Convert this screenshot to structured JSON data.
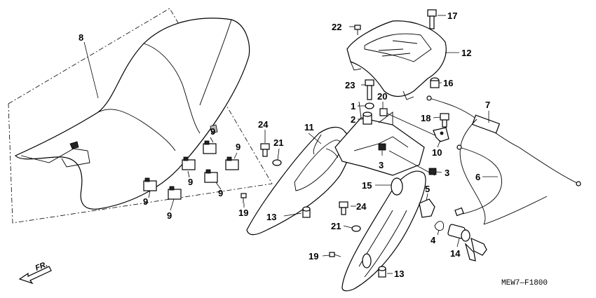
{
  "diagram": {
    "code": "MEW7—F1800",
    "front_marker": "FR.",
    "callouts": [
      {
        "id": "c8",
        "text": "8"
      },
      {
        "id": "c9a",
        "text": "9"
      },
      {
        "id": "c9b",
        "text": "9"
      },
      {
        "id": "c9c",
        "text": "9"
      },
      {
        "id": "c9d",
        "text": "9"
      },
      {
        "id": "c9e",
        "text": "9"
      },
      {
        "id": "c9f",
        "text": "9"
      },
      {
        "id": "c24a",
        "text": "24"
      },
      {
        "id": "c21a",
        "text": "21"
      },
      {
        "id": "c19a",
        "text": "19"
      },
      {
        "id": "c11",
        "text": "11"
      },
      {
        "id": "c13a",
        "text": "13"
      },
      {
        "id": "c22",
        "text": "22"
      },
      {
        "id": "c17",
        "text": "17"
      },
      {
        "id": "c12",
        "text": "12"
      },
      {
        "id": "c16",
        "text": "16"
      },
      {
        "id": "c23",
        "text": "23"
      },
      {
        "id": "c1",
        "text": "1"
      },
      {
        "id": "c20",
        "text": "20"
      },
      {
        "id": "c2",
        "text": "2"
      },
      {
        "id": "c3a",
        "text": "3"
      },
      {
        "id": "c3b",
        "text": "3"
      },
      {
        "id": "c15",
        "text": "15"
      },
      {
        "id": "c24b",
        "text": "24"
      },
      {
        "id": "c21b",
        "text": "21"
      },
      {
        "id": "c19b",
        "text": "19"
      },
      {
        "id": "c13b",
        "text": "13"
      },
      {
        "id": "c7",
        "text": "7"
      },
      {
        "id": "c18",
        "text": "18"
      },
      {
        "id": "c10",
        "text": "10"
      },
      {
        "id": "c6",
        "text": "6"
      },
      {
        "id": "c5",
        "text": "5"
      },
      {
        "id": "c4",
        "text": "4"
      },
      {
        "id": "c14",
        "text": "14"
      }
    ]
  }
}
